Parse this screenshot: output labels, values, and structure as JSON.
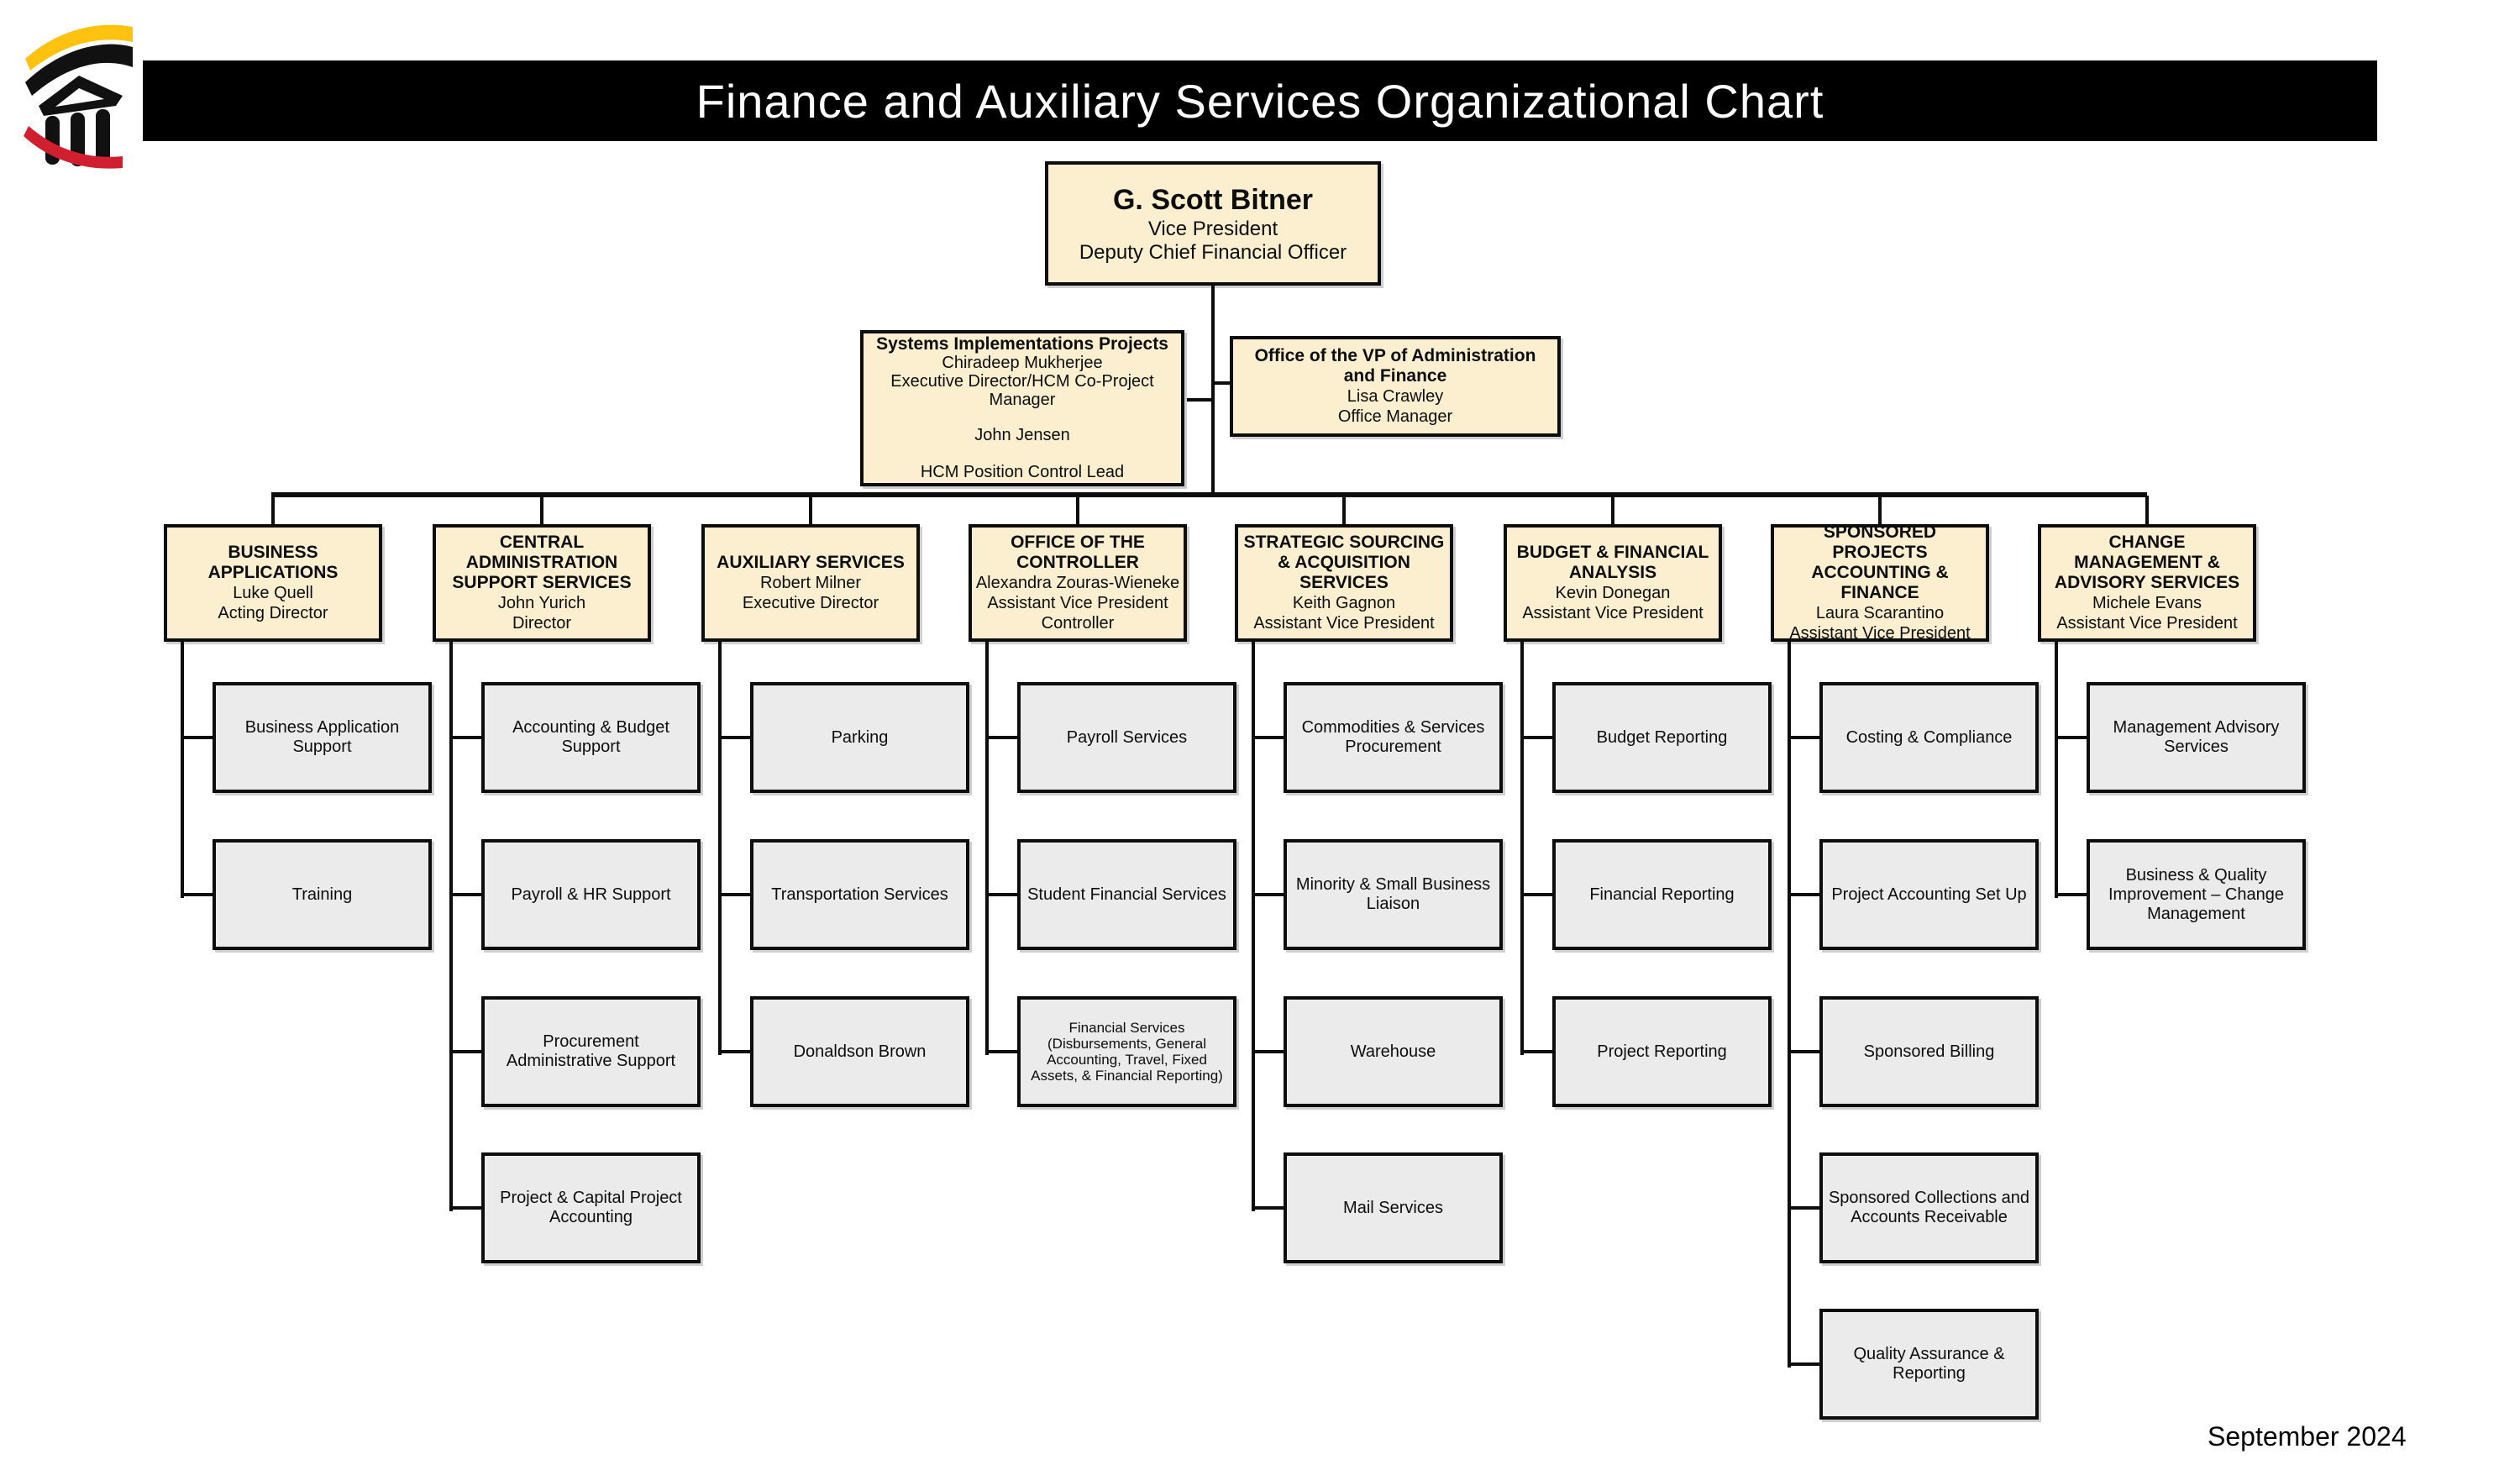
{
  "banner": {
    "title": "Finance and Auxiliary Services Organizational Chart"
  },
  "footer": {
    "date": "September 2024"
  },
  "colors": {
    "box_fill": "#FBEFCF",
    "unit_fill": "#EBEBEB",
    "banner_bg": "#000000",
    "logo_gold": "#FFC20E",
    "logo_red": "#D02030"
  },
  "top": {
    "name": "G. Scott Bitner",
    "title1": "Vice President",
    "title2": "Deputy Chief Financial Officer"
  },
  "staff": [
    {
      "title": "Systems Implementations Projects",
      "lines": [
        "Chiradeep Mukherjee",
        "Executive Director/HCM Co-Project Manager",
        "",
        "John Jensen",
        "",
        "HCM Position Control Lead"
      ]
    },
    {
      "title": "Office of the VP of Administration and Finance",
      "lines": [
        "Lisa Crawley",
        "Office Manager"
      ]
    }
  ],
  "departments": [
    {
      "title": "BUSINESS APPLICATIONS",
      "person": "Luke Quell",
      "role": "Acting Director",
      "children": [
        "Business Application Support",
        "Training"
      ]
    },
    {
      "title": "CENTRAL ADMINISTRATION SUPPORT SERVICES",
      "person": "John Yurich",
      "role": "Director",
      "children": [
        "Accounting & Budget Support",
        "Payroll & HR Support",
        "Procurement Administrative Support",
        "Project & Capital Project Accounting"
      ]
    },
    {
      "title": "AUXILIARY SERVICES",
      "person": "Robert Milner",
      "role": "Executive Director",
      "children": [
        "Parking",
        "Transportation Services",
        "Donaldson Brown"
      ]
    },
    {
      "title": "OFFICE OF THE CONTROLLER",
      "person": "Alexandra Zouras-Wieneke",
      "role": "Assistant Vice President",
      "role2": "Controller",
      "children": [
        "Payroll Services",
        "Student Financial Services",
        "Financial Services (Disbursements, General Accounting, Travel, Fixed Assets, & Financial Reporting)"
      ]
    },
    {
      "title": "STRATEGIC SOURCING & ACQUISITION SERVICES",
      "person": "Keith Gagnon",
      "role": "Assistant Vice President",
      "children": [
        "Commodities & Services Procurement",
        "Minority & Small Business Liaison",
        "Warehouse",
        "Mail Services"
      ]
    },
    {
      "title": "BUDGET & FINANCIAL ANALYSIS",
      "person": "Kevin Donegan",
      "role": "Assistant Vice President",
      "children": [
        "Budget Reporting",
        "Financial Reporting",
        "Project Reporting"
      ]
    },
    {
      "title": "SPONSORED PROJECTS ACCOUNTING & FINANCE",
      "person": "Laura Scarantino",
      "role": "Assistant Vice President",
      "children": [
        "Costing & Compliance",
        "Project Accounting Set Up",
        "Sponsored Billing",
        "Sponsored Collections and Accounts Receivable",
        "Quality Assurance & Reporting"
      ]
    },
    {
      "title": "CHANGE MANAGEMENT & ADVISORY SERVICES",
      "person": "Michele Evans",
      "role": "Assistant Vice President",
      "children": [
        "Management Advisory Services",
        "Business & Quality Improvement – Change Management"
      ]
    }
  ]
}
